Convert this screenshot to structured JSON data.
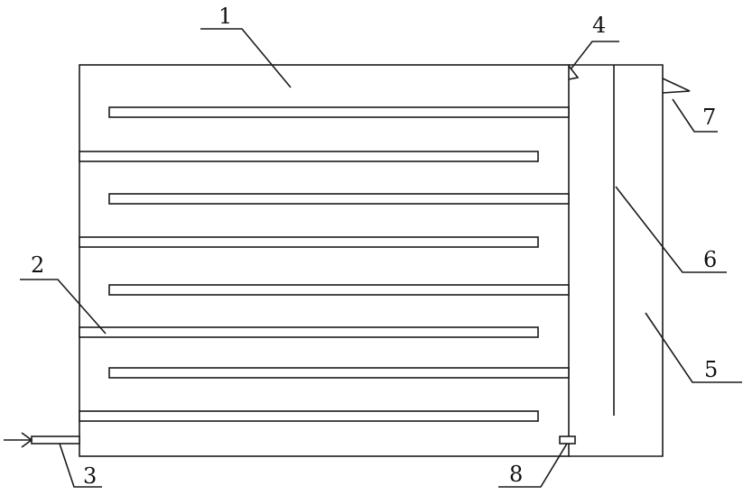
{
  "diagram": {
    "labels": [
      {
        "id": "1",
        "text": "1"
      },
      {
        "id": "2",
        "text": "2"
      },
      {
        "id": "3",
        "text": "3"
      },
      {
        "id": "4",
        "text": "4"
      },
      {
        "id": "5",
        "text": "5"
      },
      {
        "id": "6",
        "text": "6"
      },
      {
        "id": "7",
        "text": "7"
      },
      {
        "id": "8",
        "text": "8"
      }
    ],
    "stroke_color": "#1a1a1a",
    "background_color": "#ffffff"
  }
}
